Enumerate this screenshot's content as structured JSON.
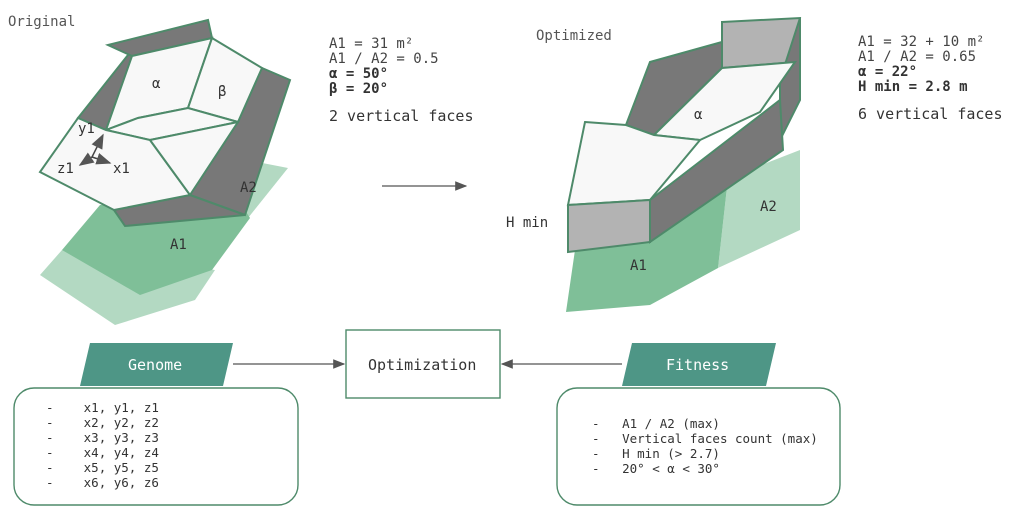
{
  "colors": {
    "dark_face": "#787878",
    "light_face": "#f8f8f8",
    "gray_face": "#b3b3b3",
    "green_dark": "#7fbf98",
    "green_light": "#b3d9c2",
    "teal_tag": "#4e9686",
    "outline": "#4e8a6a"
  },
  "original": {
    "caption": "Original",
    "labels": {
      "alpha": "α",
      "beta": "β",
      "y1": "y1",
      "z1": "z1",
      "x1": "x1",
      "a1": "A1",
      "a2": "A2"
    },
    "stats": [
      "A1 = 31 m²",
      "A1 / A2 = 0.5",
      "α = 50°",
      "β = 20°"
    ],
    "faces_note": "2 vertical faces"
  },
  "optimized": {
    "caption": "Optimized",
    "labels": {
      "alpha": "α",
      "h_min": "H min",
      "a1": "A1",
      "a2": "A2"
    },
    "stats": [
      "A1 = 32 + 10 m²",
      "A1 / A2 = 0.65",
      "α = 22°",
      "H min = 2.8 m"
    ],
    "faces_note": "6 vertical faces"
  },
  "genome": {
    "tag": "Genome",
    "items": [
      "x1, y1, z1",
      "x2, y2, z2",
      "x3, y3, z3",
      "x4, y4, z4",
      "x5, y5, z5",
      "x6, y6, z6"
    ]
  },
  "optimization": {
    "label": "Optimization"
  },
  "fitness": {
    "tag": "Fitness",
    "items": [
      "A1 / A2 (max)",
      "Vertical faces count (max)",
      "H min (> 2.7)",
      "20° < α < 30°"
    ]
  }
}
